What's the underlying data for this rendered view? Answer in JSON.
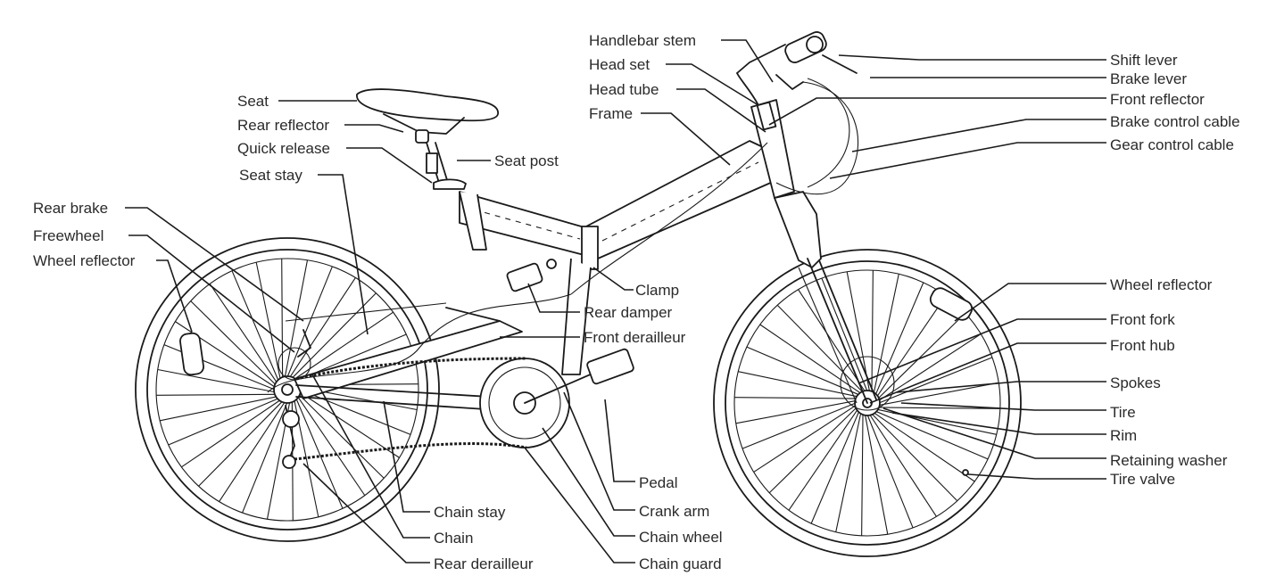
{
  "diagram": {
    "labels": [
      "Handlebar stem",
      "Head set",
      "Head tube",
      "Frame",
      "Seat",
      "Rear reflector",
      "Quick release",
      "Seat stay",
      "Seat post",
      "Rear brake",
      "Freewheel",
      "Wheel reflector",
      "Clamp",
      "Rear damper",
      "Front derailleur",
      "Shift lever",
      "Brake lever",
      "Front reflector",
      "Brake control cable",
      "Gear control cable",
      "Wheel reflector",
      "Front fork",
      "Front hub",
      "Spokes",
      "Tire",
      "Rim",
      "Retaining washer",
      "Tire valve",
      "Pedal",
      "Crank arm",
      "Chain wheel",
      "Chain guard",
      "Chain stay",
      "Chain",
      "Rear derailleur"
    ]
  }
}
